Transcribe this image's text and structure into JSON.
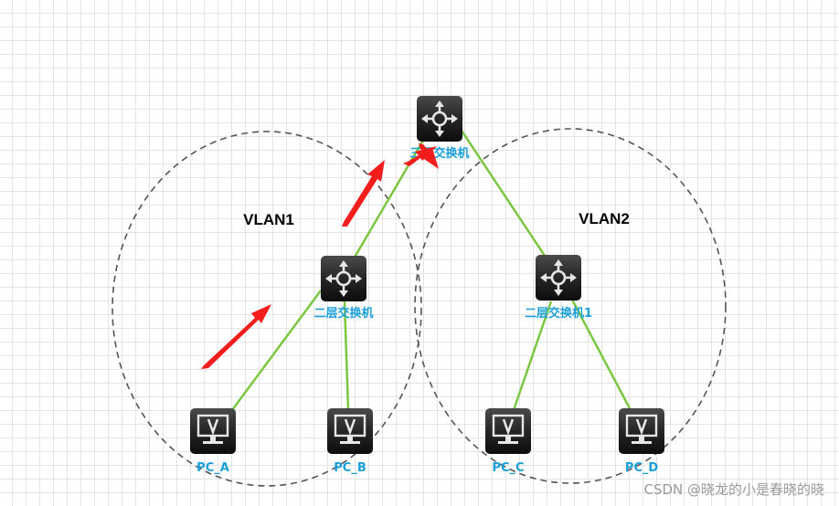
{
  "diagram": {
    "vlans": [
      {
        "id": "vlan1",
        "label": "VLAN1"
      },
      {
        "id": "vlan2",
        "label": "VLAN2"
      }
    ],
    "devices": [
      {
        "id": "core",
        "type": "switch",
        "label": "三层交换机"
      },
      {
        "id": "sw_left",
        "type": "switch",
        "label": "二层交换机"
      },
      {
        "id": "sw_right",
        "type": "switch",
        "label": "二层交换机1"
      },
      {
        "id": "pc_a",
        "type": "pc",
        "label": "PC_A"
      },
      {
        "id": "pc_b",
        "type": "pc",
        "label": "PC_B"
      },
      {
        "id": "pc_c",
        "type": "pc",
        "label": "PC_C"
      },
      {
        "id": "pc_d",
        "type": "pc",
        "label": "PC_D"
      }
    ],
    "links": [
      {
        "from": "core",
        "to": "sw_left"
      },
      {
        "from": "core",
        "to": "sw_right"
      },
      {
        "from": "sw_left",
        "to": "pc_a"
      },
      {
        "from": "sw_left",
        "to": "pc_b"
      },
      {
        "from": "sw_right",
        "to": "pc_c"
      },
      {
        "from": "sw_right",
        "to": "pc_d"
      }
    ],
    "colors": {
      "link": "#7cc742",
      "label": "#1a9fd8",
      "arrow": "#f21d1d",
      "icon": "#1f1f1f"
    }
  },
  "watermark": "CSDN @晓龙的小是春晓的晓"
}
